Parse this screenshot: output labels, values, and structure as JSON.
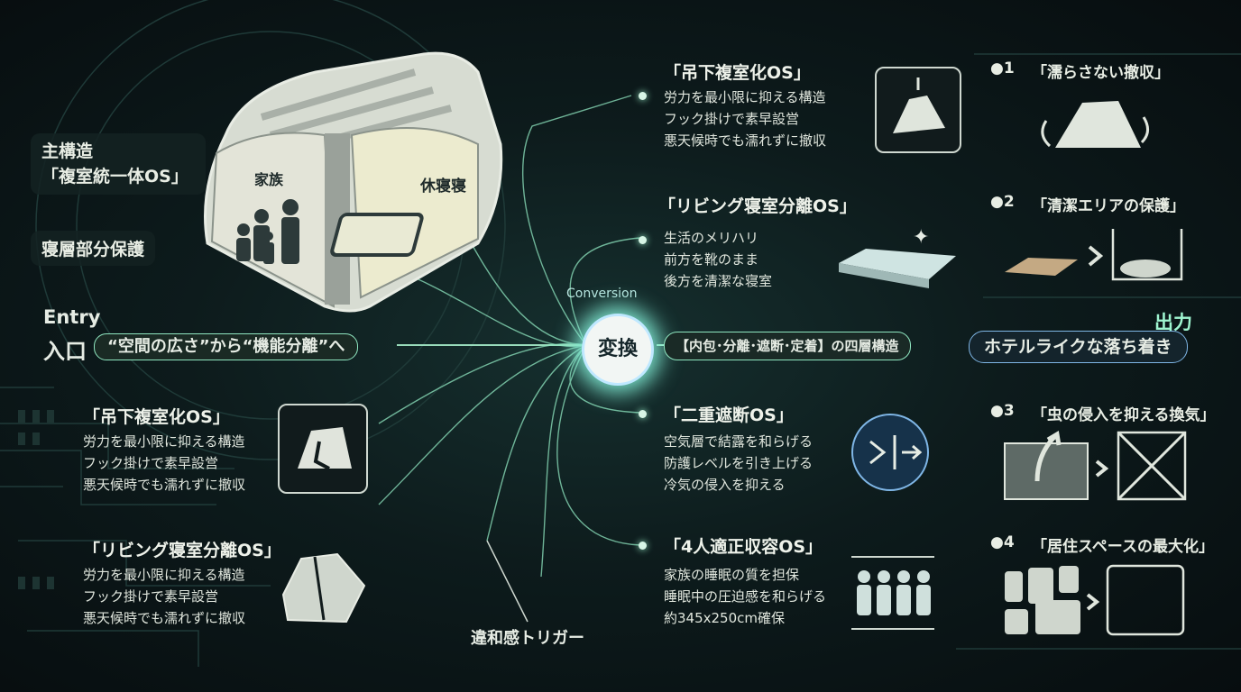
{
  "colors": {
    "accent": "#9ff5d0",
    "panel": "#142222",
    "text": "#e6ece4",
    "hub": "#bfe8ff"
  },
  "left": {
    "main_label": "主構造",
    "main_name": "「複室統一体OS」",
    "sub_label": "寝層部分保護",
    "entry_en": "Entry",
    "entry_jp": "入口",
    "entry_text": "“空間の広さ”から“機能分離”へ"
  },
  "tent": {
    "left_label": "家族",
    "right_label": "休寝寝"
  },
  "hub": {
    "label": "変換",
    "en": "Conversion",
    "band": "【内包･分離･遮断･定着】の四層構造",
    "trigger": "違和感トリガー"
  },
  "output": {
    "title": "出力",
    "text": "ホテルライクな落ち着き"
  },
  "left_sections": [
    {
      "title": "「吊下複室化OS」",
      "lines": [
        "労力を最小限に抑える構造",
        "フック掛けで素早設営",
        "悪天候時でも濡れずに撤収"
      ],
      "icon": "tent-hang-icon"
    },
    {
      "title": "「リビング寝室分離OS」",
      "lines": [
        "労力を最小限に抑える構造",
        "フック掛けで素早設営",
        "悪天候時でも濡れずに撤収"
      ],
      "icon": "tent-split-icon"
    }
  ],
  "right_sections": [
    {
      "title": "「吊下複室化OS」",
      "lines": [
        "労力を最小限に抑える構造",
        "フック掛けで素早設営",
        "悪天候時でも濡れずに撤収"
      ],
      "icon": "hook-tent-icon"
    },
    {
      "title": "「リビング寝室分離OS」",
      "lines": [
        "生活のメリハリ",
        "前方を靴のまま",
        "後方を清潔な寝室"
      ],
      "icon": "floor-mat-icon"
    },
    {
      "title": "「二重遮断OS」",
      "lines": [
        "空気層で結露を和らげる",
        "防護レベルを引き上げる",
        "冷気の侵入を抑える"
      ],
      "icon": "double-barrier-icon"
    },
    {
      "title": "「4人適正収容OS」",
      "lines": [
        "家族の睡眠の質を担保",
        "睡眠中の圧迫感を和らげる",
        "約345x250cm確保"
      ],
      "icon": "four-people-icon"
    }
  ],
  "benefits": [
    {
      "num": "●1",
      "label": "「濡らさない撤収」",
      "icon": "dry-pack-icon"
    },
    {
      "num": "●2",
      "label": "「清潔エリアの保護」",
      "icon": "clean-area-icon"
    },
    {
      "num": "●3",
      "label": "「虫の侵入を抑える換気」",
      "icon": "bug-block-icon"
    },
    {
      "num": "●4",
      "label": "「居住スペースの最大化」",
      "icon": "space-max-icon"
    }
  ]
}
